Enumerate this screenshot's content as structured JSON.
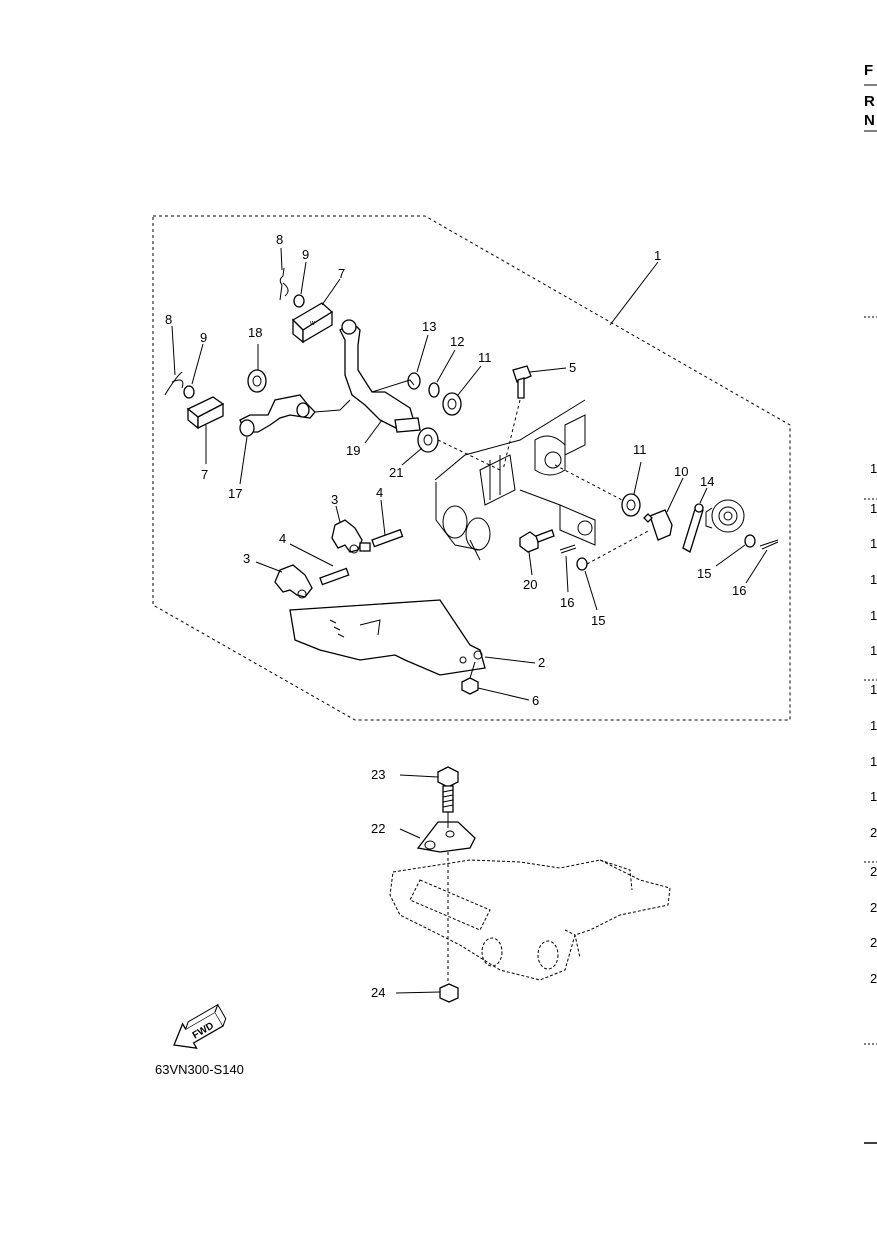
{
  "diagram_code": "63VN300-S140",
  "fwd_label": "FWD",
  "right_edge": {
    "header_letters": [
      "F",
      "R",
      "N"
    ],
    "row_digits": [
      "1",
      "1",
      "1",
      "1",
      "1",
      "1",
      "1",
      "1",
      "1",
      "1",
      "2",
      "2",
      "2",
      "2",
      "2"
    ]
  },
  "callouts": {
    "c1": "1",
    "c2": "2",
    "c3a": "3",
    "c3b": "3",
    "c4a": "4",
    "c4b": "4",
    "c5": "5",
    "c6": "6",
    "c7a": "7",
    "c7b": "7",
    "c8a": "8",
    "c8b": "8",
    "c9a": "9",
    "c9b": "9",
    "c10": "10",
    "c11a": "11",
    "c11b": "11",
    "c12": "12",
    "c13": "13",
    "c14": "14",
    "c15a": "15",
    "c15b": "15",
    "c16a": "16",
    "c16b": "16",
    "c17": "17",
    "c18": "18",
    "c19": "19",
    "c20": "20",
    "c21": "21",
    "c22": "22",
    "c23": "23",
    "c24": "24"
  }
}
